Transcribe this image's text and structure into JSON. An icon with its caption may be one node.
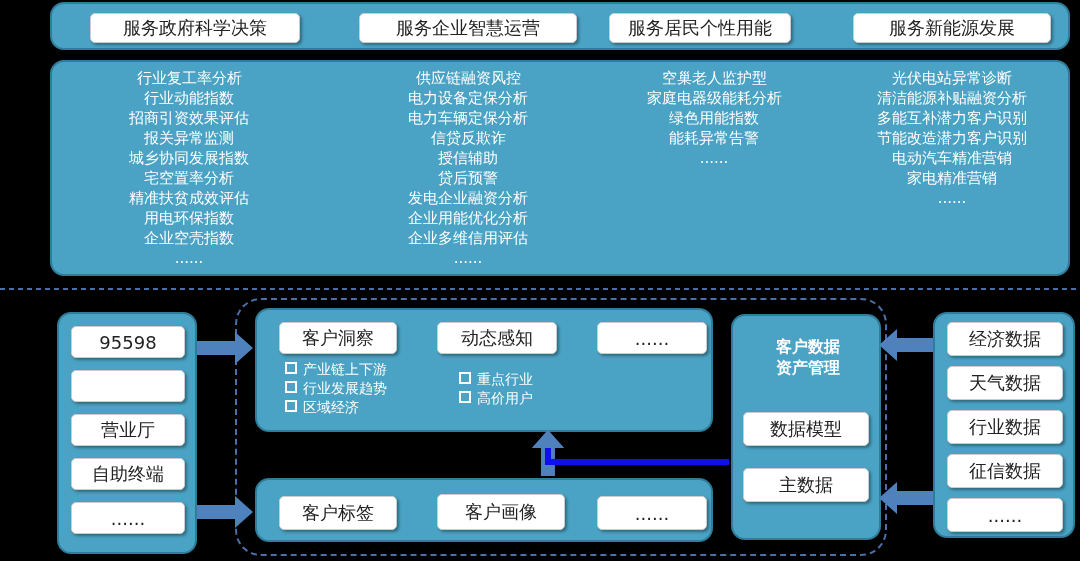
{
  "diagram": {
    "nodes": [
      {
        "text": [],
        "shape": "box"
      },
      {
        "text": [
          "服务政府科学决策"
        ],
        "in": 0
      },
      {
        "text": [
          "服务企业智慧运营"
        ],
        "in": 0
      },
      {
        "text": [
          "服务居民个性用能"
        ],
        "in": 0
      },
      {
        "text": [
          "服务新能源发展"
        ],
        "in": 0
      },
      {
        "text": [
          "行业复工率分析",
          "行业动能指数",
          "招商引资效果评估",
          "报关异常监测",
          "城乡协同发展指数",
          "宅空置率分析",
          "精准扶贫成效评估",
          "用电环保指数",
          "企业空壳指数",
          "......",
          "供应链融资风控",
          "电力设备定保分析",
          "电力车辆定保分析",
          "信贷反欺诈",
          "授信辅助",
          "贷后预警",
          "发电企业融资分析",
          "企业用能优化分析",
          "企业多维信用评估",
          "......",
          "空巢老人监护型",
          "家庭电器级能耗分析",
          "绿色用能指数",
          "能耗异常告警",
          "......",
          "光伏电站异常诊断",
          "清洁能源补贴融资分析",
          "多能互补潜力客户识别",
          "节能改造潜力客户识别",
          "电动汽车精准营销",
          "家电精准营销",
          "......"
        ]
      },
      {
        "text": [],
        "shape": "box"
      },
      {
        "text": [
          "95598"
        ],
        "in": 6
      },
      {
        "text": [],
        "shape": "box",
        "in": 6
      },
      {
        "text": [
          "营业厅"
        ],
        "in": 6
      },
      {
        "text": [
          "自助终端"
        ],
        "in": 6
      },
      {
        "text": [
          "......"
        ],
        "in": 6
      },
      {
        "text": [],
        "shape": "box"
      },
      {
        "text": [],
        "shape": "box",
        "in": 12
      },
      {
        "text": [
          "客户洞察"
        ],
        "in": 13,
        "beside": [
          "产业链上下游",
          "行业发展趋势",
          "区域经济"
        ]
      },
      {
        "text": [
          "动态感知"
        ],
        "in": 13,
        "beside": [
          "重点行业",
          "高价用户"
        ]
      },
      {
        "text": [
          "......"
        ],
        "in": 13
      },
      {
        "text": [],
        "shape": "box",
        "in": 12
      },
      {
        "text": [
          "客户标签"
        ],
        "in": 17
      },
      {
        "text": [
          "客户画像"
        ],
        "in": 17
      },
      {
        "text": [
          "......"
        ],
        "in": 17
      },
      {
        "text": [
          "客户数据资产管理"
        ],
        "in": 12
      },
      {
        "text": [
          "数据模型"
        ],
        "in": 21
      },
      {
        "text": [
          "主数据"
        ],
        "in": 21
      },
      {
        "text": [],
        "shape": "box"
      },
      {
        "text": [
          "经济数据"
        ],
        "in": 24
      },
      {
        "text": [
          "天气数据"
        ],
        "in": 24
      },
      {
        "text": [
          "行业数据"
        ],
        "in": 24
      },
      {
        "text": [
          "征信数据"
        ],
        "in": 24
      },
      {
        "text": [
          "......"
        ],
        "in": 24
      }
    ],
    "edges": [
      {
        "from": 6,
        "to": 13,
        "arrow": "to"
      },
      {
        "from": 6,
        "to": 17,
        "arrow": "to"
      },
      {
        "from": 24,
        "to": 21,
        "arrow": "to"
      },
      {
        "from": 24,
        "to": 21,
        "arrow": "to"
      },
      {
        "from": 17,
        "to": 13,
        "arrow": "to"
      },
      {
        "from": 21,
        "to": 13,
        "arrow": "to",
        "color": "#1010ee"
      }
    ]
  }
}
